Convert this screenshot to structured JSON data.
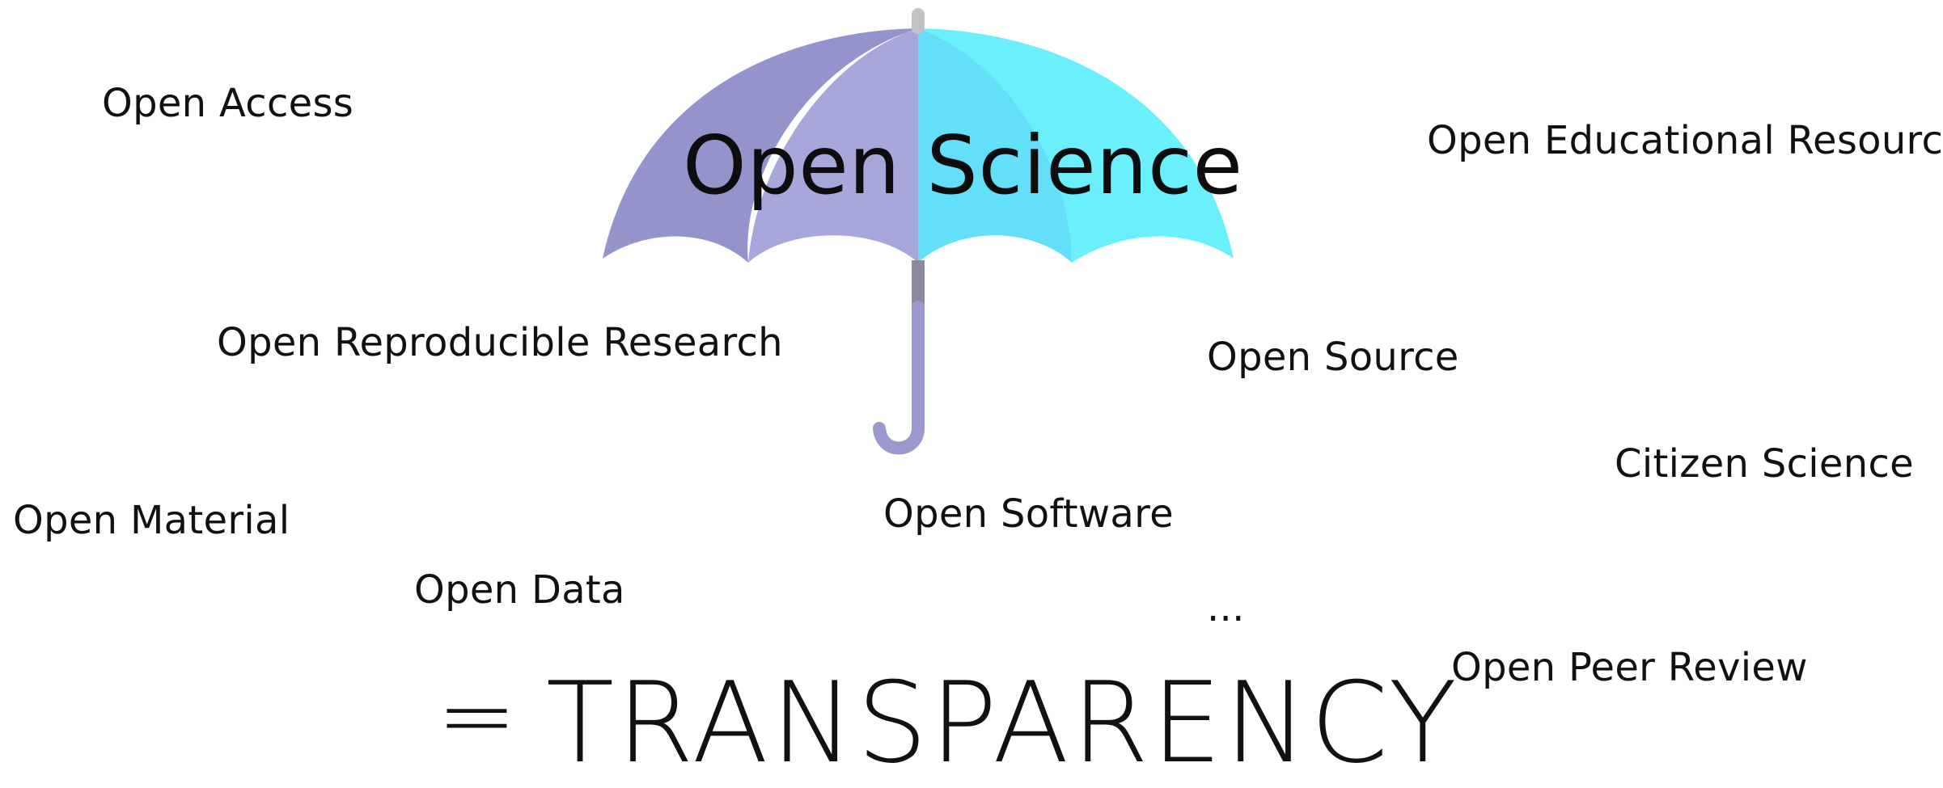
{
  "umbrella": {
    "title": "Open Science",
    "colors": {
      "left_dark": "#9593CB",
      "left_light": "#A8A7DB",
      "right_light": "#63DFFA",
      "right_bright": "#6AF0FC",
      "handle": "#9B98CE",
      "stem_dark": "#8C8A9E",
      "tip": "#BFC3C4"
    }
  },
  "terms": [
    {
      "id": "open-access",
      "label": "Open Access"
    },
    {
      "id": "open-educational-resources",
      "label": "Open Educational Resources"
    },
    {
      "id": "open-reproducible-research",
      "label": "Open Reproducible Research"
    },
    {
      "id": "open-source",
      "label": "Open Source"
    },
    {
      "id": "citizen-science",
      "label": "Citizen Science"
    },
    {
      "id": "open-material",
      "label": "Open Material"
    },
    {
      "id": "open-software",
      "label": "Open Software"
    },
    {
      "id": "open-data",
      "label": "Open Data"
    },
    {
      "id": "ellipsis",
      "label": "..."
    },
    {
      "id": "open-peer-review",
      "label": "Open Peer Review"
    }
  ],
  "equation": {
    "sign": "=",
    "word": "TRANSPARENCY"
  }
}
